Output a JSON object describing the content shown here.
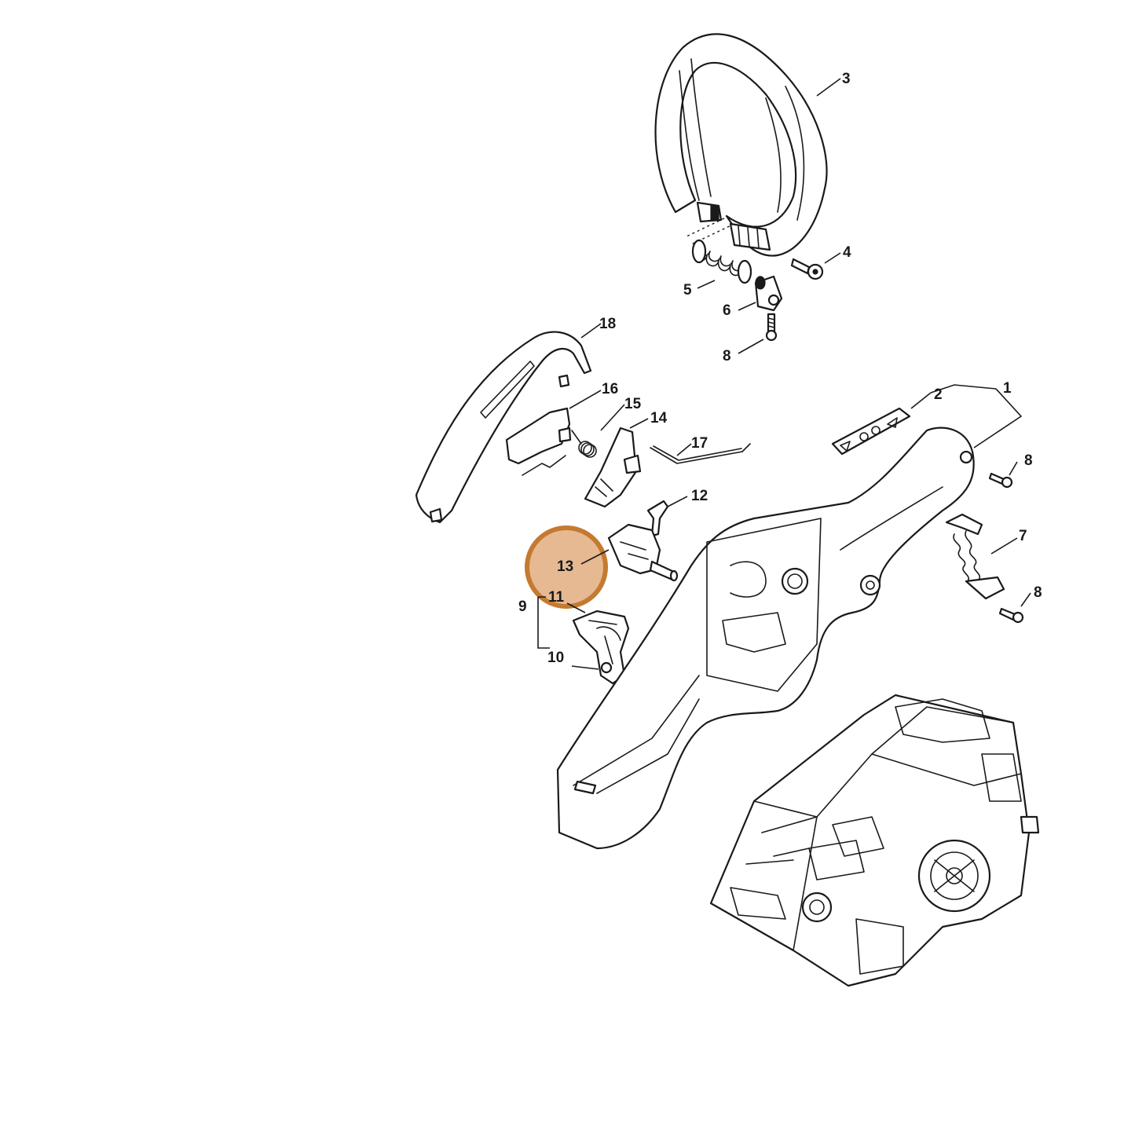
{
  "diagram": {
    "callouts": {
      "p1": "1",
      "p2": "2",
      "p3": "3",
      "p4": "4",
      "p5": "5",
      "p6": "6",
      "p7": "7",
      "p8a": "8",
      "p8b": "8",
      "p8c": "8",
      "p9": "9",
      "p10": "10",
      "p11": "11",
      "p12": "12",
      "p13": "13",
      "p14": "14",
      "p15": "15",
      "p16": "16",
      "p17": "17",
      "p18": "18"
    },
    "highlight": {
      "part": "13",
      "color": "#d98a3a"
    }
  }
}
